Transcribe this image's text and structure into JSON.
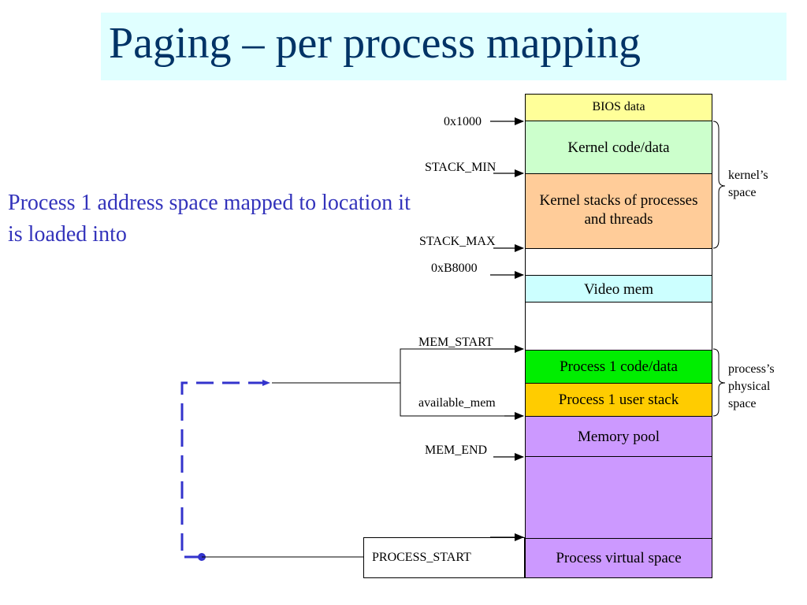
{
  "title": "Paging – per process mapping",
  "caption": "Process 1 address space mapped to location it is loaded into",
  "blocks": {
    "bios": "BIOS data",
    "kernel_code": "Kernel code/data",
    "kernel_stacks": "Kernel stacks of processes and threads",
    "video": "Video mem",
    "p1_code": "Process 1 code/data",
    "p1_stack": "Process 1 user stack",
    "pool": "Memory pool",
    "virtual": "Process virtual space"
  },
  "addresses": {
    "a0x1000": "0x1000",
    "stack_min": "STACK_MIN",
    "stack_max": "STACK_MAX",
    "a0xB8000": "0xB8000",
    "mem_start": "MEM_START",
    "available_mem": "available_mem",
    "mem_end": "MEM_END",
    "process_start": "PROCESS_START"
  },
  "side_labels": {
    "kernel_space": "kernel’s space",
    "process_space": "process’s physical space"
  },
  "colors": {
    "title_bg": "#e0ffff",
    "title_text": "#003366",
    "caption": "#3333bb",
    "bios": "#ffff99",
    "kernel_code": "#ccffcc",
    "kernel_stacks": "#ffcc99",
    "video": "#ccffff",
    "p1_code": "#00ee00",
    "p1_stack": "#ffcc00",
    "pool": "#cc99ff",
    "dashed_line": "#3333cc"
  }
}
